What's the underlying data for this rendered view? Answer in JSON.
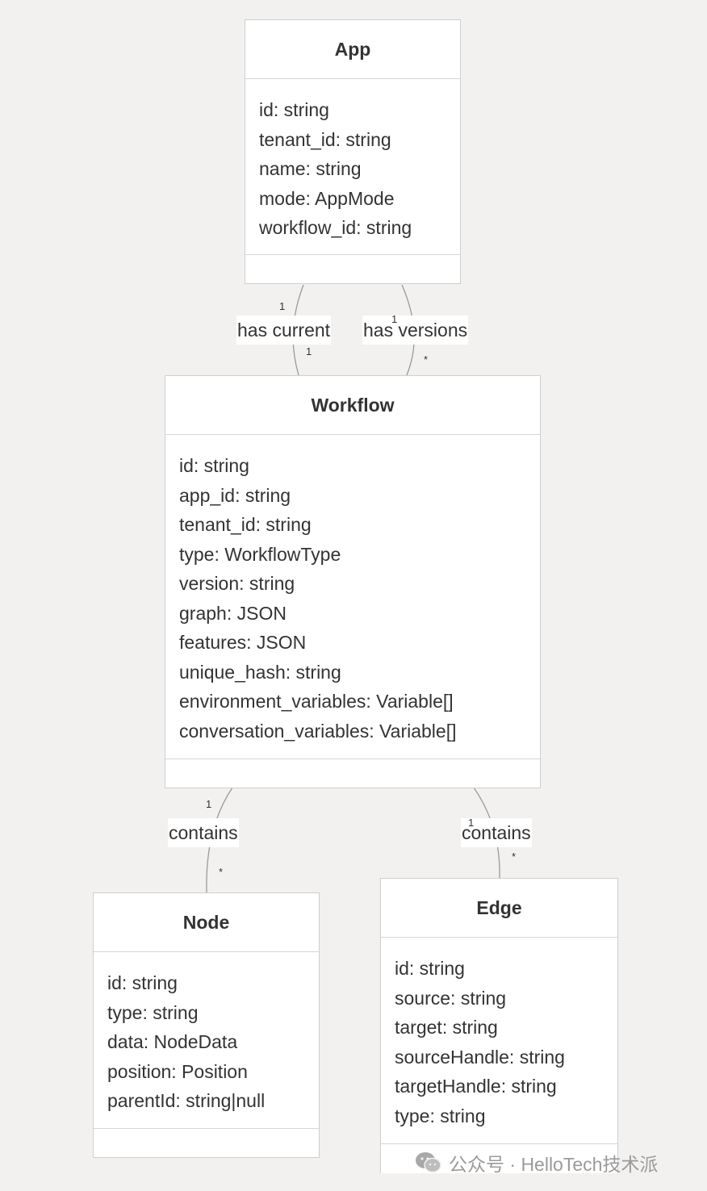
{
  "classes": {
    "app": {
      "name": "App",
      "attributes": [
        "id: string",
        "tenant_id: string",
        "name: string",
        "mode: AppMode",
        "workflow_id: string"
      ]
    },
    "workflow": {
      "name": "Workflow",
      "attributes": [
        "id: string",
        "app_id: string",
        "tenant_id: string",
        "type: WorkflowType",
        "version: string",
        "graph: JSON",
        "features: JSON",
        "unique_hash: string",
        "environment_variables: Variable[]",
        "conversation_variables: Variable[]"
      ]
    },
    "node": {
      "name": "Node",
      "attributes": [
        "id: string",
        "type: string",
        "data: NodeData",
        "position: Position",
        "parentId: string|null"
      ]
    },
    "edge": {
      "name": "Edge",
      "attributes": [
        "id: string",
        "source: string",
        "target: string",
        "sourceHandle: string",
        "targetHandle: string",
        "type: string"
      ]
    }
  },
  "relations": {
    "has_current": {
      "label": "has current",
      "from_card": "1",
      "to_card": "1"
    },
    "has_versions": {
      "label": "has versions",
      "from_card": "1",
      "to_card": "*"
    },
    "contains_node": {
      "label": "contains",
      "from_card": "1",
      "to_card": "*"
    },
    "contains_edge": {
      "label": "contains",
      "from_card": "1",
      "to_card": "*"
    }
  },
  "watermark": {
    "icon": "wechat-icon",
    "text": "公众号 · HelloTech技术派"
  },
  "colors": {
    "background": "#f2f1f0",
    "box": "#ffffff",
    "border": "#cfcfcf",
    "line": "#999999",
    "text": "#333333"
  }
}
